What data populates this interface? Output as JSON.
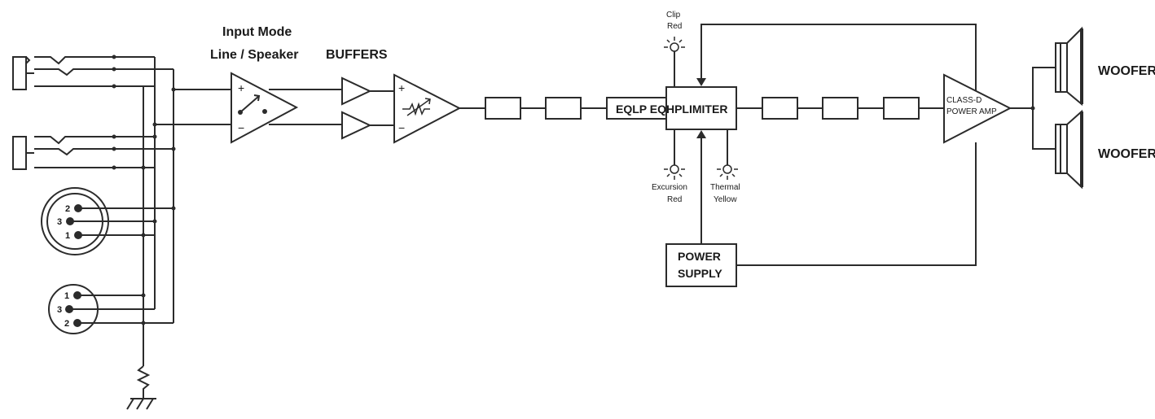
{
  "labels": {
    "input_mode_line1": "Input Mode",
    "input_mode_line2": "Line / Speaker",
    "buffers": "BUFFERS",
    "eq_limiter": "EQLP EQHPLIMITER",
    "power_supply_line1": "POWER",
    "power_supply_line2": "SUPPLY",
    "amp_line1": "CLASS-D",
    "amp_line2": "POWER AMP",
    "woofer_top": "WOOFER",
    "woofer_bottom": "WOOFER",
    "clip_line1": "Clip",
    "clip_line2": "Red",
    "excursion_line1": "Excursion",
    "excursion_line2": "Red",
    "thermal_line1": "Thermal",
    "thermal_line2": "Yellow",
    "plus": "+",
    "minus": "−"
  },
  "xlr_female_pins": [
    "2",
    "3",
    "1"
  ],
  "xlr_male_pins": [
    "1",
    "3",
    "2"
  ],
  "line_color": "#2b2b2b"
}
